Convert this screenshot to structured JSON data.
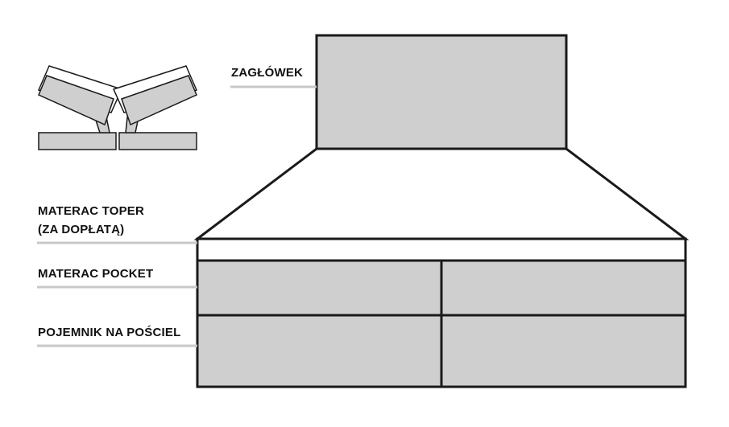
{
  "colors": {
    "panel_fill": "#cfcfcf",
    "outline": "#1a1a1a",
    "leader_line": "#c8c8c8",
    "background": "#ffffff"
  },
  "labels": {
    "headboard": "ZAGŁÓWEK",
    "topper_line1": "MATERAC TOPER",
    "topper_line2": "(ZA DOPŁATĄ)",
    "pocket": "MATERAC POCKET",
    "storage": "POJEMNIK NA POŚCIEL"
  }
}
